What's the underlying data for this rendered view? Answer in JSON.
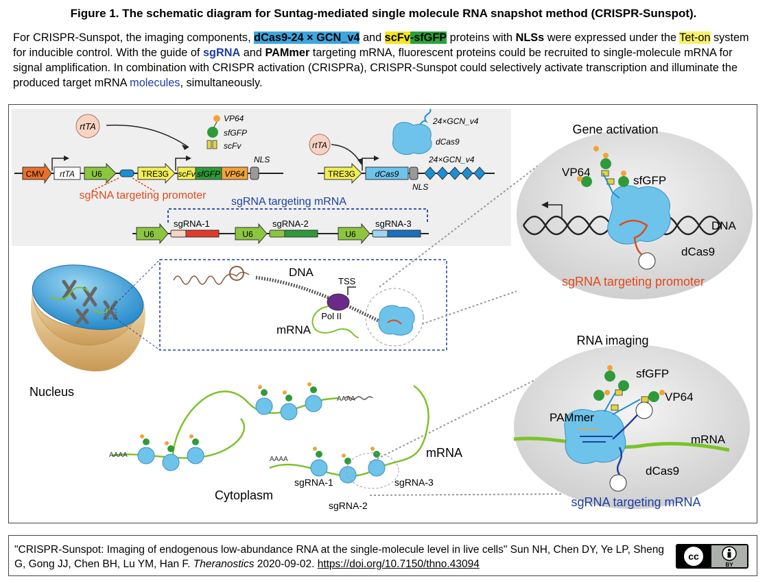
{
  "figure": {
    "title": "Figure 1. The schematic diagram for Suntag-mediated single molecule RNA snapshot method (CRISPR-Sunspot).",
    "desc_1": "For CRISPR-Sunspot, the imaging components, ",
    "hl_dcas9": "dCas9",
    "hl_24x": "-24 × GCN_v4",
    "desc_2": " and ",
    "hl_scfv": "scFv",
    "hl_dash": "-",
    "hl_sfgfp": "sfGFP",
    "desc_3": " proteins with ",
    "nlss": "NLSs",
    "desc_4": " were expressed under the ",
    "teton": "Tet-on",
    "desc_5": " system for inducible control. With the guide of ",
    "sgrna": "sgRNA",
    "desc_6": " and ",
    "pammer": "PAMmer",
    "desc_7": " targeting mRNA, fluorescent proteins could be recruited to single-molecule mRNA for signal amplification. In combination with CRISPR activation (CRISPRa), CRISPR-Sunspot could selectively activate transcription and illuminate the produced target mRNA ",
    "molecules": "molecules",
    "desc_8": ", simultaneously."
  },
  "diagram": {
    "constructs": {
      "cmv": "CMV",
      "rtta": "rtTA",
      "rtta_box": "rtTA",
      "u6": "U6",
      "tre3g": "TRE3G",
      "scfv": "scFv",
      "sfgfp": "sfGFP",
      "vp64": "VP64",
      "nls": "NLS",
      "vp64_label": "VP64",
      "sfgfp_label": "sfGFP",
      "scfv_label": "scFv",
      "promoter_label": "sgRNA targeting promoter",
      "rtta2": "rtTA",
      "tre3g2": "TRE3G",
      "dcas9": "dCas9",
      "nls2": "NLS",
      "gcn_top": "24×GCN_v4",
      "gcn_line": "24×GCN_v4",
      "dcas9_label": "dCas9",
      "mrna_bracket": "sgRNA targeting mRNA",
      "u6_a": "U6",
      "u6_b": "U6",
      "u6_c": "U6",
      "sg1": "sgRNA-1",
      "sg2": "sgRNA-2",
      "sg3": "sgRNA-3"
    },
    "nucleus": {
      "label": "Nucleus",
      "dna": "DNA",
      "tss": "TSS",
      "pol2": "Pol II",
      "mrna": "mRNA"
    },
    "activation": {
      "title": "Gene activation",
      "vp64": "VP64",
      "sfgfp": "sfGFP",
      "dna": "DNA",
      "dcas9": "dCas9",
      "caption": "sgRNA targeting promoter"
    },
    "imaging": {
      "title": "RNA imaging",
      "sfgfp": "sfGFP",
      "vp64": "VP64",
      "pammer": "PAMmer",
      "mrna": "mRNA",
      "dcas9": "dCas9",
      "caption": "sgRNA targeting mRNA"
    },
    "cytoplasm": {
      "label": "Cytoplasm",
      "mrna": "mRNA",
      "sg1": "sgRNA-1",
      "sg2": "sgRNA-2",
      "sg3": "sgRNA-3",
      "polya1": "AAAA",
      "polya2": "AAAA",
      "polya3": "AAAA"
    }
  },
  "citation": {
    "text": "\"CRISPR-Sunspot: Imaging of endogenous low-abundance RNA at the single-molecule level in live cells\" Sun NH, Chen DY, Ye LP, Sheng G, Gong JJ, Chen BH, Lu YM, Han F. ",
    "journal": "Theranostics",
    "date": " 2020-09-02. ",
    "doi": "https://doi.org/10.7150/thno.43094",
    "license_icons": [
      "cc-icon",
      "by-icon"
    ],
    "by_label": "BY"
  },
  "colors": {
    "cmv": "#e8702a",
    "u6": "#8cc63f",
    "tre3g": "#f2ee55",
    "sfgfp": "#2f9a3a",
    "vp64": "#f2a23a",
    "dcas9": "#6ec3ea",
    "gcn": "#1b8fd6",
    "nls": "#9a9a9a",
    "promoter_text": "#e04a1a",
    "mrna_text": "#1f3ea0",
    "mrna_line": "#7bc22b"
  }
}
